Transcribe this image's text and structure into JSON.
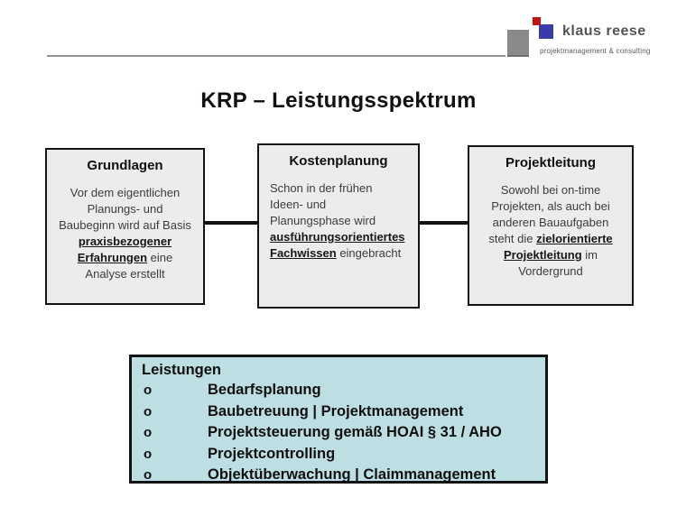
{
  "logo": {
    "brand": "klaus reese",
    "tagline": "projektmanagement & consulting"
  },
  "title": "KRP – Leistungsspektrum",
  "boxes": [
    {
      "title": "Grundlagen",
      "align": "center",
      "segments": [
        {
          "text": "Vor dem eigentlichen Planungs- und Baubeginn wird auf Basis ",
          "em": false
        },
        {
          "text": "praxisbezogener Erfahrungen",
          "em": true
        },
        {
          "text": " eine Analyse erstellt",
          "em": false
        }
      ]
    },
    {
      "title": "Kostenplanung",
      "align": "left",
      "segments": [
        {
          "text": "Schon in der frühen Ideen- und Planungsphase wird ",
          "em": false
        },
        {
          "text": "ausführungsorientiertes Fachwissen",
          "em": true
        },
        {
          "text": " eingebracht",
          "em": false
        }
      ]
    },
    {
      "title": "Projektleitung",
      "align": "center",
      "segments": [
        {
          "text": "Sowohl bei on-time Projekten, als auch bei anderen Bauaufgaben steht die ",
          "em": false
        },
        {
          "text": "zielorientierte Projektleitung",
          "em": true
        },
        {
          "text": " im Vordergrund",
          "em": false
        }
      ]
    }
  ],
  "services": {
    "title": "Leistungen",
    "bullet": "o",
    "items": [
      "Bedarfsplanung",
      "Baubetreuung | Projektmanagement",
      "Projektsteuerung gemäß HOAI § 31 / AHO",
      "Projektcontrolling",
      "Objektüberwachung | Claimmanagement"
    ]
  },
  "colors": {
    "box_fill": "#ececec",
    "panel_fill": "#bddee3",
    "logo_gray": "#8a8a8a",
    "logo_blue": "#3a3aad",
    "logo_red": "#c41310",
    "rule_gray": "#909090"
  }
}
